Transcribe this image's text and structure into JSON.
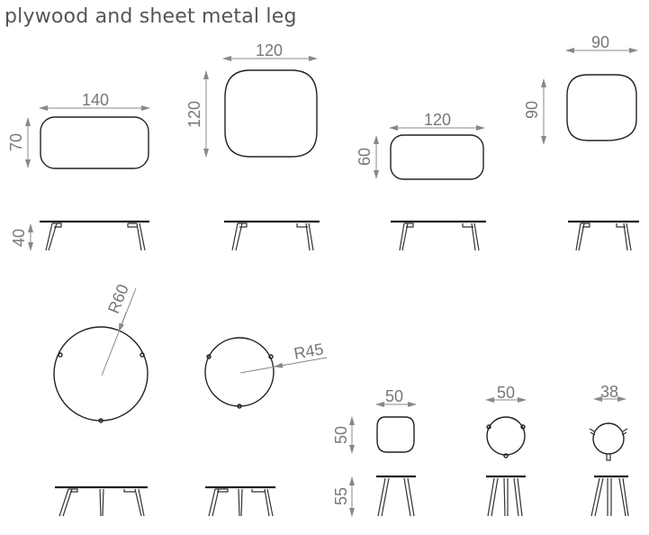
{
  "title": "plywood and sheet metal leg",
  "colors": {
    "outline": "#222222",
    "dimension": "#888888",
    "text": "#777777"
  },
  "tables": [
    {
      "id": "rect-140x70",
      "width": "140",
      "depth": "70",
      "height": "40",
      "shape": "rounded-rectangle"
    },
    {
      "id": "square-120",
      "width": "120",
      "depth": "120",
      "shape": "rounded-square"
    },
    {
      "id": "rect-120x60",
      "width": "120",
      "depth": "60",
      "shape": "rounded-rectangle"
    },
    {
      "id": "square-90",
      "width": "90",
      "depth": "90",
      "shape": "rounded-square"
    },
    {
      "id": "round-r60",
      "radius": "R60",
      "shape": "circle"
    },
    {
      "id": "round-r45",
      "radius": "R45",
      "shape": "circle"
    },
    {
      "id": "side-square-50",
      "width": "50",
      "depth": "50",
      "height": "55",
      "shape": "rounded-square"
    },
    {
      "id": "side-round-50",
      "width": "50",
      "shape": "circle"
    },
    {
      "id": "side-round-38",
      "width": "38",
      "shape": "circle"
    }
  ]
}
